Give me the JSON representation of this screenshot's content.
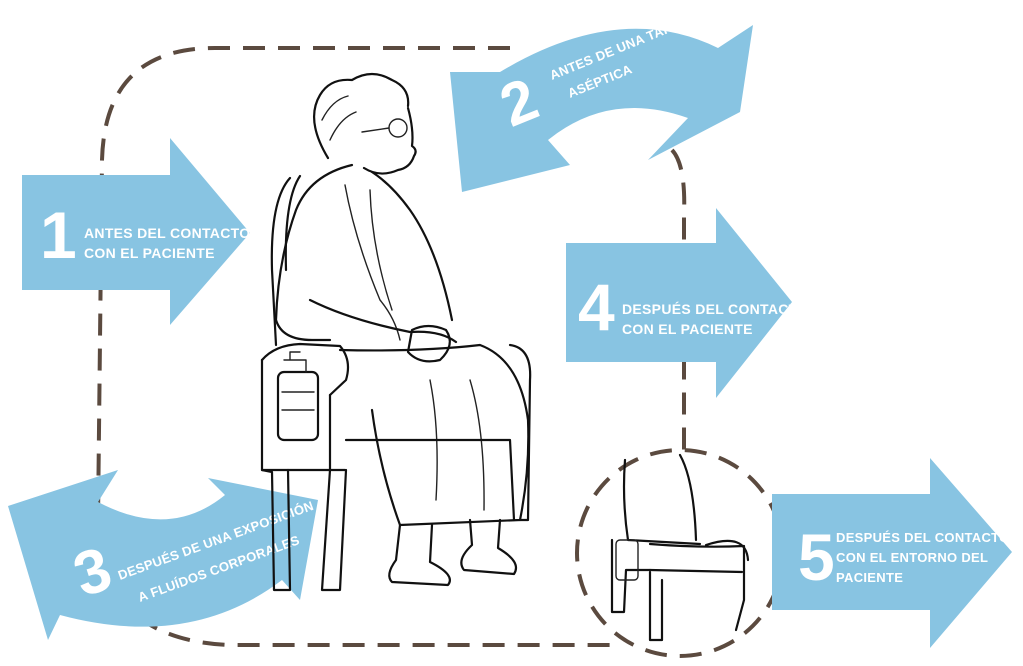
{
  "colors": {
    "arrow": "#88c4e2",
    "dash": "#5b4a3f",
    "ink": "#111111",
    "text": "#ffffff"
  },
  "moments": [
    {
      "number": "1",
      "line1": "ANTES DEL CONTACTO",
      "line2": "CON EL PACIENTE",
      "line3": ""
    },
    {
      "number": "2",
      "line1": "ANTES DE UNA TAREA",
      "line2": "ASÉPTICA",
      "line3": ""
    },
    {
      "number": "3",
      "line1": "DESPUÉS DE UNA EXPOSICIÓN",
      "line2": "A FLUÍDOS CORPORALES",
      "line3": ""
    },
    {
      "number": "4",
      "line1": "DESPUÉS DEL CONTACTO",
      "line2": "CON EL PACIENTE",
      "line3": ""
    },
    {
      "number": "5",
      "line1": "DESPUÉS DEL CONTACTO",
      "line2": "CON EL ENTORNO DEL",
      "line3": "PACIENTE"
    }
  ],
  "icons": {
    "patient": "seated-elderly-patient-illustration",
    "chair": "empty-chair-illustration",
    "path": "dashed-patient-zone-outline"
  }
}
